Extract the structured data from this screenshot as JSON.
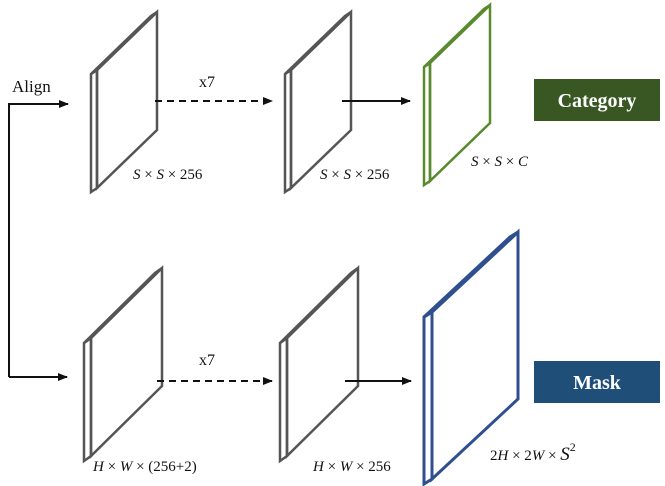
{
  "colors": {
    "feature_gray": "#555555",
    "category_green": "#5a8a2e",
    "category_badge": "#385723",
    "mask_blue": "#2f4f8f",
    "mask_badge": "#1f4e79"
  },
  "align": {
    "label": "Align"
  },
  "category_branch": {
    "repeat_label": "x7",
    "input_dim": [
      "S",
      " × ",
      "S",
      " × 256"
    ],
    "hidden_dim": [
      "S",
      " × ",
      "S",
      " × 256"
    ],
    "output_dim": [
      "S",
      " × ",
      "S",
      " × ",
      "C"
    ],
    "badge": "Category"
  },
  "mask_branch": {
    "repeat_label": "x7",
    "input_dim": [
      "H",
      " × ",
      "W",
      " × (256+2)"
    ],
    "hidden_dim": [
      "H",
      " × ",
      "W",
      " × 256"
    ],
    "output_dim": [
      "2",
      "H",
      " × 2",
      "W",
      " × ",
      "S",
      "2"
    ],
    "badge": "Mask"
  }
}
